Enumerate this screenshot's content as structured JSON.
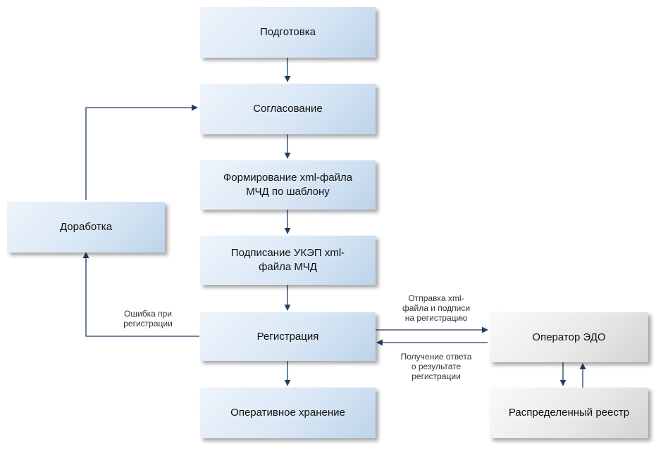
{
  "nodes": {
    "preparation": "Подготовка",
    "approval": "Согласование",
    "xml_form_1": "Формирование xml-файла",
    "xml_form_2": "МЧД по шаблону",
    "signing_1": "Подписание УКЭП xml-",
    "signing_2": "файла МЧД",
    "registration": "Регистрация",
    "storage": "Оперативное хранение",
    "rework": "Доработка",
    "edo_operator": "Оператор ЭДО",
    "distributed_registry": "Распределенный реестр"
  },
  "edge_labels": {
    "error_1": "Ошибка при",
    "error_2": "регистрации",
    "send_1": "Отправка xml-",
    "send_2": "файла и подписи",
    "send_3": "на регистрацию",
    "reply_1": "Получение ответа",
    "reply_2": "о результате",
    "reply_3": "регистрации"
  },
  "colors": {
    "connector": "#1f3f66",
    "process_fill": "#d9e7f5",
    "external_fill": "#e9e9e9"
  }
}
